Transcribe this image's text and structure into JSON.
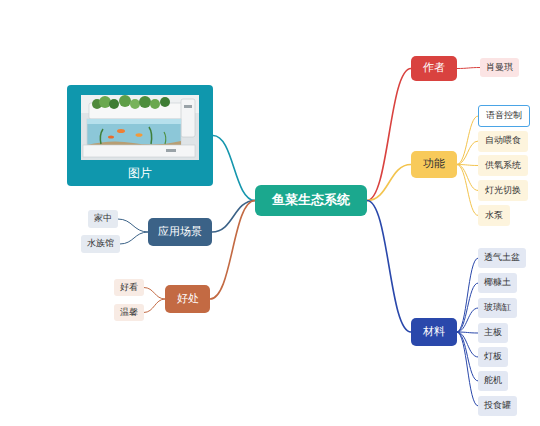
{
  "diagram": {
    "nodes": [
      {
        "text": [
          "鱼菜生态系统"
        ]
      },
      {
        "text": [
          "作者"
        ]
      },
      {
        "text": [
          "肖曼琪"
        ]
      },
      {
        "text": [
          "功能"
        ]
      },
      {
        "text": [
          "语音控制"
        ]
      },
      {
        "text": [
          "自动喂食"
        ]
      },
      {
        "text": [
          "供氧系统"
        ]
      },
      {
        "text": [
          "灯光切换"
        ]
      },
      {
        "text": [
          "水泵"
        ]
      },
      {
        "text": [
          "材料"
        ]
      },
      {
        "text": [
          "透气土盆"
        ]
      },
      {
        "text": [
          "椰糠土"
        ]
      },
      {
        "text": [
          "玻璃缸"
        ]
      },
      {
        "text": [
          "主板"
        ]
      },
      {
        "text": [
          "灯板"
        ]
      },
      {
        "text": [
          "舵机"
        ]
      },
      {
        "text": [
          "投食罐"
        ]
      },
      {
        "text": [
          "图片"
        ]
      },
      {
        "text": [
          "应用场景"
        ]
      },
      {
        "text": [
          "家中"
        ]
      },
      {
        "text": [
          "水族馆"
        ]
      },
      {
        "text": [
          "好处"
        ]
      },
      {
        "text": [
          "好看"
        ]
      },
      {
        "text": [
          "温馨"
        ]
      }
    ],
    "edges": [
      {
        "from": 0,
        "to": 1,
        "arrow": "none"
      },
      {
        "from": 1,
        "to": 2,
        "arrow": "none"
      },
      {
        "from": 0,
        "to": 3,
        "arrow": "none"
      },
      {
        "from": 3,
        "to": 4,
        "arrow": "none"
      },
      {
        "from": 3,
        "to": 5,
        "arrow": "none"
      },
      {
        "from": 3,
        "to": 6,
        "arrow": "none"
      },
      {
        "from": 3,
        "to": 7,
        "arrow": "none"
      },
      {
        "from": 3,
        "to": 8,
        "arrow": "none"
      },
      {
        "from": 0,
        "to": 9,
        "arrow": "none"
      },
      {
        "from": 9,
        "to": 10,
        "arrow": "none"
      },
      {
        "from": 9,
        "to": 11,
        "arrow": "none"
      },
      {
        "from": 9,
        "to": 12,
        "arrow": "none"
      },
      {
        "from": 9,
        "to": 13,
        "arrow": "none"
      },
      {
        "from": 9,
        "to": 14,
        "arrow": "none"
      },
      {
        "from": 9,
        "to": 15,
        "arrow": "none"
      },
      {
        "from": 9,
        "to": 16,
        "arrow": "none"
      },
      {
        "from": 0,
        "to": 17,
        "arrow": "none"
      },
      {
        "from": 0,
        "to": 18,
        "arrow": "none"
      },
      {
        "from": 18,
        "to": 19,
        "arrow": "none"
      },
      {
        "from": 18,
        "to": 20,
        "arrow": "none"
      },
      {
        "from": 0,
        "to": 21,
        "arrow": "none"
      },
      {
        "from": 21,
        "to": 22,
        "arrow": "none"
      },
      {
        "from": 21,
        "to": 23,
        "arrow": "none"
      }
    ]
  }
}
